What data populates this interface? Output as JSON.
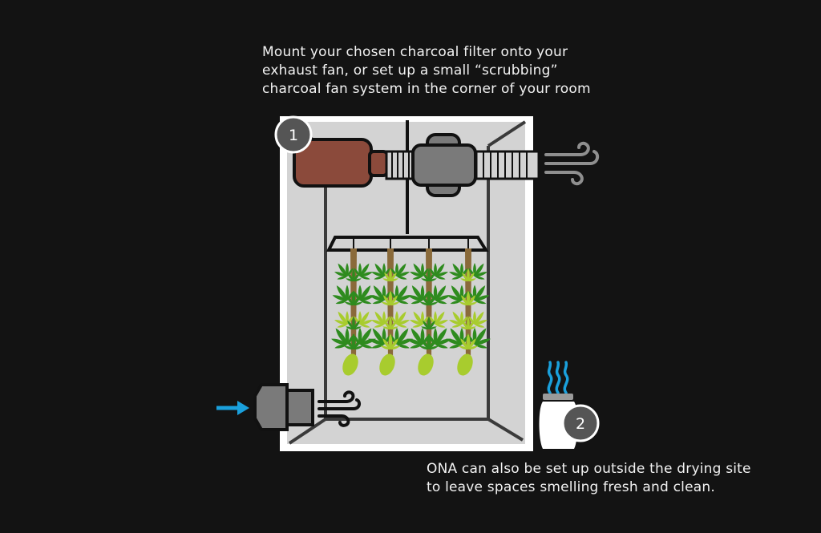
{
  "captions": {
    "top": [
      "Mount your chosen charcoal filter onto your",
      "exhaust fan, or set up a small “scrubbing”",
      "charcoal fan system in the corner of your room"
    ],
    "bottom": [
      "ONA can also be set up outside the drying site",
      "to leave spaces smelling fresh and clean."
    ]
  },
  "badges": {
    "one": "1",
    "two": "2"
  },
  "colors": {
    "background": "#131313",
    "tent": "#d3d3d3",
    "tent_border": "#ffffff",
    "filter": "#8b4a3b",
    "fan": "#7a7a7a",
    "intake_arrow": "#1aa0dc",
    "ona_vapor": "#1aa0dc",
    "leaf_dark": "#2e8b1e",
    "leaf_light": "#a8cc2e",
    "badge": "#555555"
  },
  "icons": {
    "exhaust_air": "wind-icon",
    "intake_air": "wind-icon",
    "intake_direction": "arrow-right-icon",
    "ona_gel": "ona-jar-icon",
    "ona_vapor": "vapor-icon"
  }
}
